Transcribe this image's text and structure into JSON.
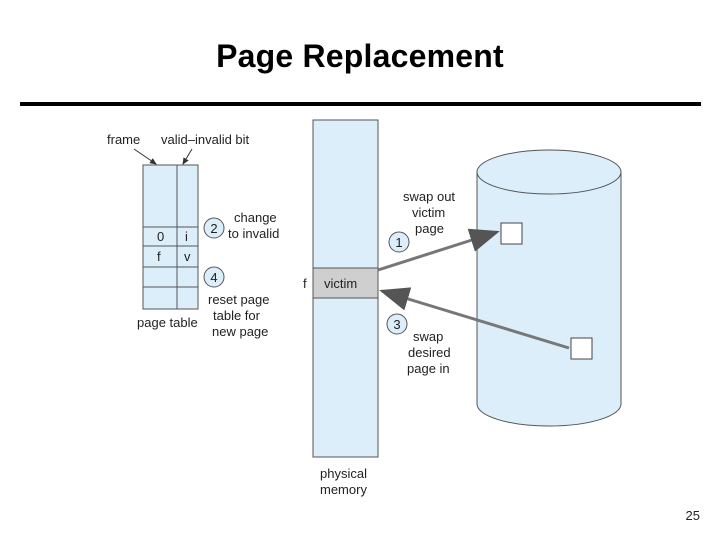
{
  "slide": {
    "title": "Page Replacement",
    "page_number": "25"
  },
  "diagram": {
    "labels": {
      "frame": "frame",
      "valid_invalid_bit": "valid–invalid bit",
      "page_table": "page table",
      "physical_memory_1": "physical",
      "physical_memory_2": "memory",
      "frame_f": "f",
      "victim": "victim"
    },
    "page_table_rows": [
      {
        "frame": "0",
        "bit": "i"
      },
      {
        "frame": "f",
        "bit": "v"
      }
    ],
    "steps": [
      {
        "number": "1",
        "lines": [
          "swap out",
          "victim",
          "page"
        ]
      },
      {
        "number": "2",
        "lines": [
          "change",
          "to invalid"
        ]
      },
      {
        "number": "3",
        "lines": [
          "swap",
          "desired",
          "page in"
        ]
      },
      {
        "number": "4",
        "lines": [
          "reset page",
          "table for",
          "new page"
        ]
      }
    ],
    "colors": {
      "fill": "#dbeefa",
      "victim_fill": "#cfcfcf",
      "stroke": "#555555",
      "background": "#ffffff"
    }
  }
}
